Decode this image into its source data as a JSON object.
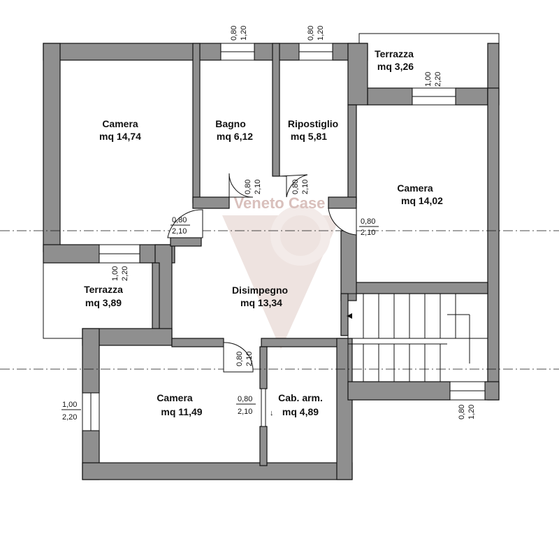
{
  "rooms": {
    "camera_nw": {
      "name": "Camera",
      "area": "mq 14,74"
    },
    "bagno": {
      "name": "Bagno",
      "area": "mq 6,12"
    },
    "ripostiglio": {
      "name": "Ripostiglio",
      "area": "mq 5,81"
    },
    "terrazza_ne": {
      "name": "Terrazza",
      "area": "mq 3,26"
    },
    "camera_e": {
      "name": "Camera",
      "area": "mq 14,02"
    },
    "terrazza_w": {
      "name": "Terrazza",
      "area": "mq 3,89"
    },
    "disimpegno": {
      "name": "Disimpegno",
      "area": "mq 13,34"
    },
    "camera_s": {
      "name": "Camera",
      "area": "mq 11,49"
    },
    "cabina": {
      "name": "Cab. arm.",
      "area": "mq 4,89"
    }
  },
  "dimensions": {
    "win_top1": {
      "w": "0,80",
      "h": "1,20"
    },
    "win_top2": {
      "w": "0,80",
      "h": "1,20"
    },
    "win_terrazza_ne": {
      "w": "1,00",
      "h": "2,20"
    },
    "win_terrazza_w": {
      "w": "1,00",
      "h": "2,20"
    },
    "win_west": {
      "w": "1,00",
      "h": "2,20"
    },
    "win_se": {
      "w": "0,80",
      "h": "1,20"
    },
    "door_bagno": {
      "w": "0,80",
      "h": "2,10"
    },
    "door_ripostiglio": {
      "w": "0,80",
      "h": "2,10"
    },
    "door_camera_nw": {
      "w": "0,80",
      "h": "2,10"
    },
    "door_camera_e": {
      "w": "0,80",
      "h": "2,10"
    },
    "door_camera_s": {
      "w": "0,80",
      "h": "2,10"
    },
    "door_cabina": {
      "w": "0,80",
      "h": "2,10"
    }
  },
  "watermark": {
    "text": "Veneto Case",
    "logo_color": "#e3d1cc"
  }
}
